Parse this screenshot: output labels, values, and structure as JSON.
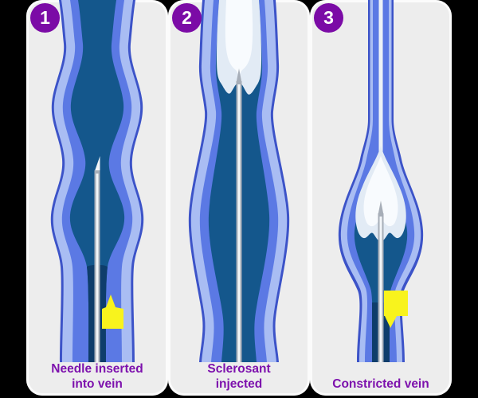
{
  "figure": {
    "subject": "sclerotherapy-vein-treatment-steps",
    "steps": [
      {
        "number": "1",
        "caption": "Needle inserted into vein"
      },
      {
        "number": "2",
        "caption": "Sclerosant injected"
      },
      {
        "number": "3",
        "caption": "Constricted vein"
      }
    ]
  },
  "colors": {
    "page_bg": "#000000",
    "card_bg": "#ededed",
    "badge_bg": "#7b0ba6",
    "badge_text": "#ffffff",
    "caption_text": "#7d11ad",
    "vein_outline": "#3c53c8",
    "vein_outer": "#a9bdf3",
    "vein_wall": "#5b79e4",
    "vein_lumen": "#14578c",
    "vein_lumen_deep": "#0e3d6b",
    "sclerosant": "#e2ebf5",
    "sclerosant_highlight": "#f8fbfe",
    "needle_body": "#a7aeb8",
    "needle_highlight": "#f2f5f8",
    "marker_yellow": "#f8f31d",
    "tube_center": "#edf2f7"
  }
}
